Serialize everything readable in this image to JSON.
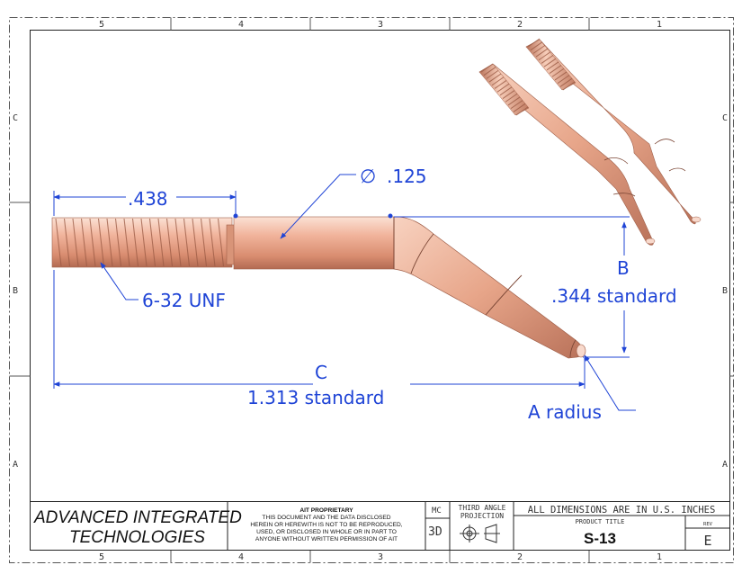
{
  "frame": {
    "columns_top": [
      "5",
      "4",
      "3",
      "2",
      "1"
    ],
    "columns_bottom": [
      "5",
      "4",
      "3",
      "2",
      "1"
    ],
    "rows": [
      "C",
      "B",
      "A"
    ]
  },
  "dimensions": {
    "thread_length": ".438",
    "diameter_symbol": "∅",
    "diameter": ".125",
    "thread_spec": "6-32 UNF",
    "rise_label": "B",
    "rise_value": ".344 standard",
    "length_label": "C",
    "length_value": "1.313 standard",
    "tip_radius": "A radius"
  },
  "title_block": {
    "company_line1": "ADVANCED INTEGRATED",
    "company_line2": "TECHNOLOGIES",
    "proprietary_title": "AIT PROPRIETARY",
    "proprietary_lines": [
      "THIS DOCUMENT AND THE DATA DISCLOSED",
      "HEREIN OR HEREWITH IS NOT TO BE REPRODUCED,",
      "USED, OR DISCLOSED IN WHOLE OR IN PART TO",
      "ANYONE WITHOUT WRITTEN PERMISSION OF AIT"
    ],
    "mc": "MC",
    "three_d": "3D",
    "projection_line1": "THIRD ANGLE",
    "projection_line2": "PROJECTION",
    "units_note": "ALL DIMENSIONS ARE IN U.S. INCHES",
    "product_title_label": "PRODUCT TITLE",
    "product_title": "S-13",
    "rev_label": "REV",
    "rev": "E"
  },
  "colors": {
    "dimension": "#1f44d6",
    "copper_light": "#f6c8b4",
    "copper_mid": "#e0a086",
    "copper_dark": "#b06a52"
  }
}
